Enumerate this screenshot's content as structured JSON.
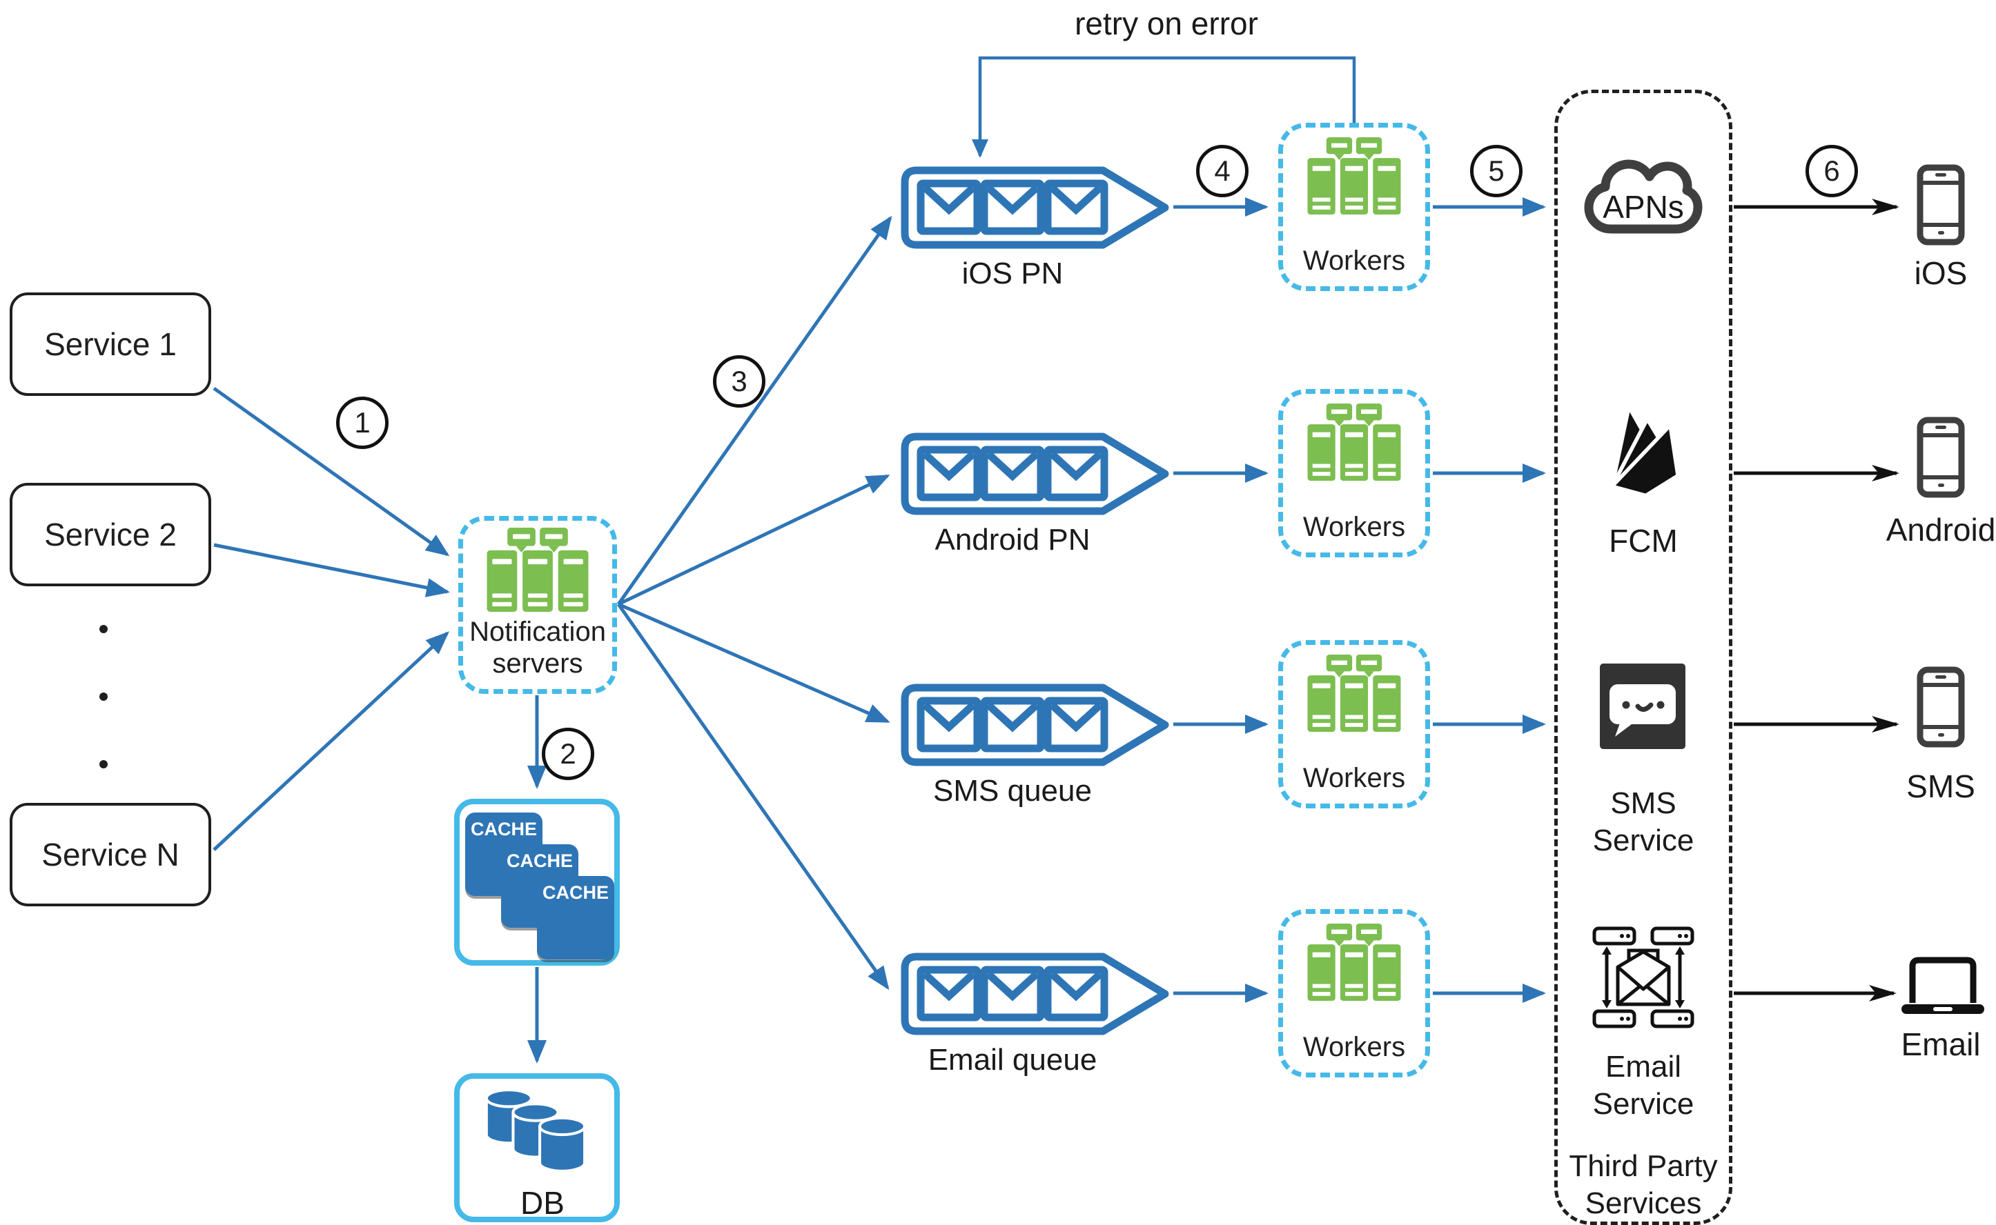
{
  "colors": {
    "blue": "#2E75B6",
    "cyan": "#45B9E8",
    "green": "#7CBE50",
    "dark": "#1F1F1F"
  },
  "retry_label": "retry on error",
  "steps": [
    "1",
    "2",
    "3",
    "4",
    "5",
    "6"
  ],
  "services": [
    {
      "label": "Service 1"
    },
    {
      "label": "Service 2"
    },
    {
      "label": "Service N"
    }
  ],
  "notification": {
    "label": "Notification servers"
  },
  "cache": {
    "chips": [
      "CACHE",
      "CACHE",
      "CACHE"
    ]
  },
  "db": {
    "label": "DB"
  },
  "queues": [
    {
      "label": "iOS PN"
    },
    {
      "label": "Android PN"
    },
    {
      "label": "SMS queue"
    },
    {
      "label": "Email queue"
    }
  ],
  "workers": {
    "label": "Workers"
  },
  "third_party": {
    "title": "Third Party Services",
    "items": [
      {
        "label": "APNs"
      },
      {
        "label": "FCM"
      },
      {
        "label": "SMS Service"
      },
      {
        "label": "Email Service"
      }
    ]
  },
  "endpoints": [
    {
      "label": "iOS"
    },
    {
      "label": "Android"
    },
    {
      "label": "SMS"
    },
    {
      "label": "Email"
    }
  ]
}
